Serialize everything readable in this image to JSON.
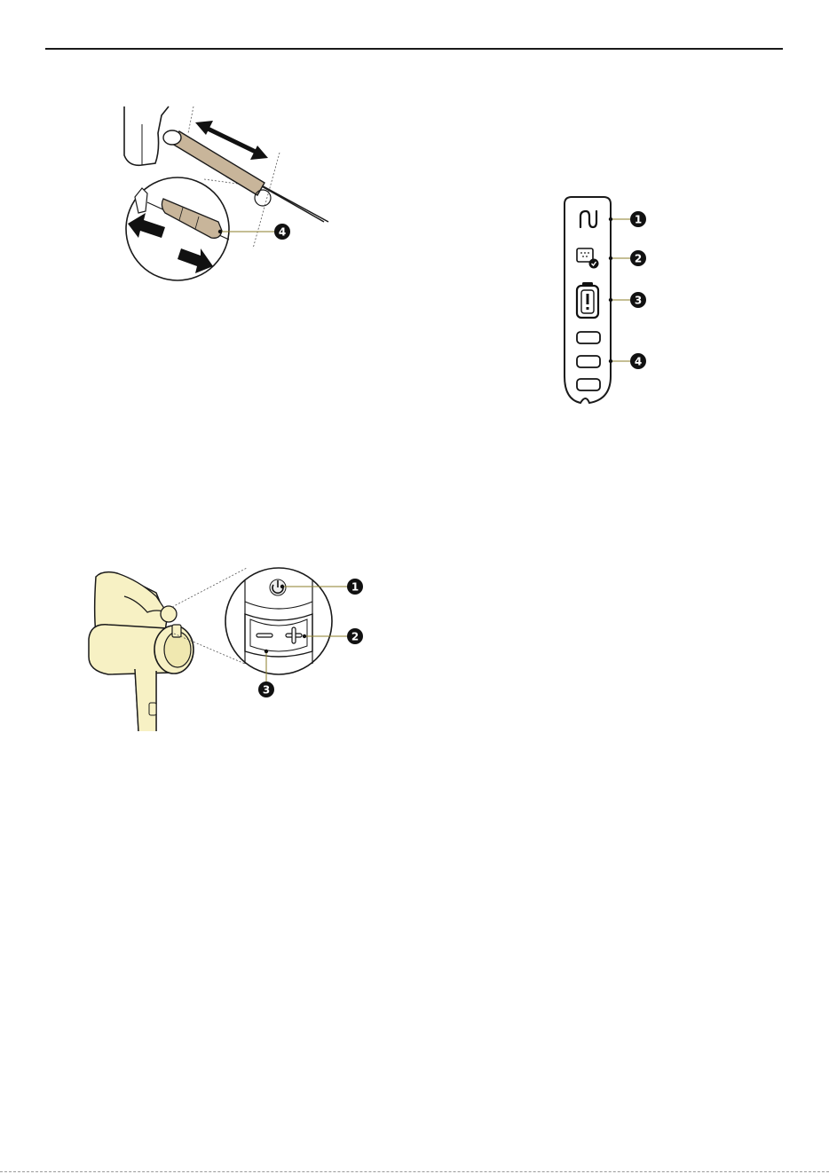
{
  "page": {
    "colors": {
      "ink": "#1a1a1a",
      "tube": "#c8b59a",
      "body_yellow": "#f7f1c4",
      "badge": "#111111",
      "leader": "#8b7d2a"
    }
  },
  "figure_tube": {
    "callouts": [
      {
        "label": "4"
      }
    ],
    "icons": [
      "double-arrow-icon",
      "arrow-left-icon",
      "arrow-right-icon"
    ]
  },
  "figure_panel": {
    "callouts": [
      {
        "label": "1"
      },
      {
        "label": "2"
      },
      {
        "label": "3"
      },
      {
        "label": "4"
      }
    ],
    "icons": [
      "suction-icon",
      "dust-sensor-icon",
      "battery-warning-icon",
      "level-indicator-icon"
    ]
  },
  "figure_handle": {
    "callouts": [
      {
        "label": "1"
      },
      {
        "label": "2"
      },
      {
        "label": "3"
      }
    ],
    "icons": [
      "power-icon",
      "minus-icon",
      "plus-icon"
    ]
  }
}
